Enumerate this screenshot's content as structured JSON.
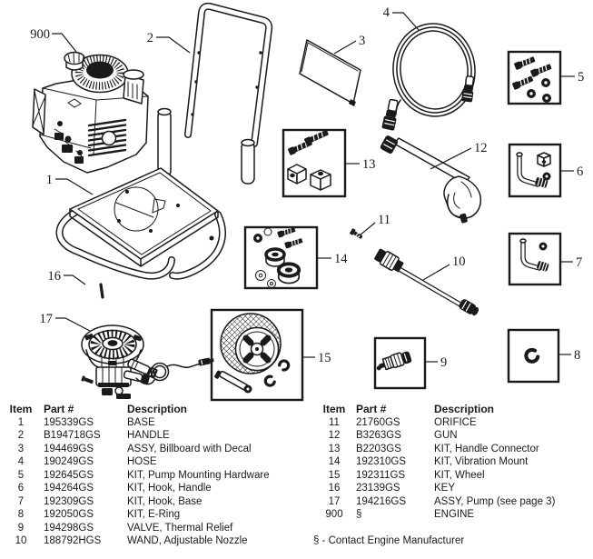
{
  "diagram": {
    "callouts": {
      "engine": "900",
      "base": "1",
      "handle": "2",
      "billboard": "3",
      "hose": "4",
      "pump_hardware_kit": "5",
      "hook_handle_kit": "6",
      "hook_base_kit": "7",
      "e_ring_kit": "8",
      "thermal_valve": "9",
      "wand": "10",
      "orifice": "11",
      "gun": "12",
      "handle_connector_kit": "13",
      "vibration_mount_kit": "14",
      "wheel_kit": "15",
      "key": "16",
      "pump": "17"
    }
  },
  "parts_list": {
    "left": {
      "col_item": "Item",
      "col_part": "Part #",
      "col_desc": "Description",
      "rows": [
        {
          "item": "1",
          "part": "195339GS",
          "desc": "BASE"
        },
        {
          "item": "2",
          "part": "B194718GS",
          "desc": "HANDLE"
        },
        {
          "item": "3",
          "part": "194469GS",
          "desc": "ASSY, Billboard with Decal"
        },
        {
          "item": "4",
          "part": "190249GS",
          "desc": "HOSE"
        },
        {
          "item": "5",
          "part": "192645GS",
          "desc": "KIT, Pump Mounting Hardware"
        },
        {
          "item": "6",
          "part": "194264GS",
          "desc": "KIT, Hook, Handle"
        },
        {
          "item": "7",
          "part": "192309GS",
          "desc": "KIT, Hook, Base"
        },
        {
          "item": "8",
          "part": "192050GS",
          "desc": "KIT, E-Ring"
        },
        {
          "item": "9",
          "part": "194298GS",
          "desc": "VALVE, Thermal Relief"
        },
        {
          "item": "10",
          "part": "188792HGS",
          "desc": "WAND, Adjustable Nozzle"
        }
      ]
    },
    "right": {
      "col_item": "Item",
      "col_part": "Part #",
      "col_desc": "Description",
      "rows": [
        {
          "item": "11",
          "part": "21760GS",
          "desc": "ORIFICE"
        },
        {
          "item": "12",
          "part": "B3263GS",
          "desc": "GUN"
        },
        {
          "item": "13",
          "part": "B2203GS",
          "desc": "KIT, Handle Connector"
        },
        {
          "item": "14",
          "part": "192310GS",
          "desc": "KIT, Vibration Mount"
        },
        {
          "item": "15",
          "part": "192311GS",
          "desc": "KIT, Wheel"
        },
        {
          "item": "16",
          "part": "23139GS",
          "desc": "KEY"
        },
        {
          "item": "17",
          "part": "194216GS",
          "desc": "ASSY, Pump (see page 3)"
        },
        {
          "item": "900",
          "part": "§",
          "desc": "ENGINE"
        }
      ]
    },
    "footnote": "§ - Contact Engine Manufacturer",
    "colors": {
      "ink": "#1a1a1a",
      "background": "#ffffff"
    }
  }
}
